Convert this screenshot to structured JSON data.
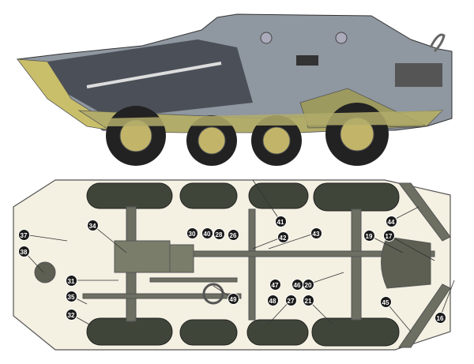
{
  "side_view": {
    "hull_color": "#8f97a0",
    "armor_color": "#c9bf6a",
    "tire_color": "#222222"
  },
  "plan_view": {
    "labels": [
      {
        "id": "37",
        "name": "callout-37"
      },
      {
        "id": "38",
        "name": "callout-38"
      },
      {
        "id": "34",
        "name": "callout-34"
      },
      {
        "id": "30",
        "name": "callout-30"
      },
      {
        "id": "40",
        "name": "callout-40"
      },
      {
        "id": "28",
        "name": "callout-28"
      },
      {
        "id": "26",
        "name": "callout-26"
      },
      {
        "id": "31",
        "name": "callout-31"
      },
      {
        "id": "35",
        "name": "callout-35"
      },
      {
        "id": "32",
        "name": "callout-32"
      },
      {
        "id": "49",
        "name": "callout-49"
      },
      {
        "id": "41",
        "name": "callout-41"
      },
      {
        "id": "42",
        "name": "callout-42"
      },
      {
        "id": "43",
        "name": "callout-43"
      },
      {
        "id": "44",
        "name": "callout-44"
      },
      {
        "id": "19",
        "name": "callout-19"
      },
      {
        "id": "17",
        "name": "callout-17"
      },
      {
        "id": "47",
        "name": "callout-47"
      },
      {
        "id": "46",
        "name": "callout-46"
      },
      {
        "id": "20",
        "name": "callout-20"
      },
      {
        "id": "48",
        "name": "callout-48"
      },
      {
        "id": "27",
        "name": "callout-27"
      },
      {
        "id": "21",
        "name": "callout-21"
      },
      {
        "id": "45",
        "name": "callout-45"
      },
      {
        "id": "16",
        "name": "callout-16"
      }
    ]
  }
}
